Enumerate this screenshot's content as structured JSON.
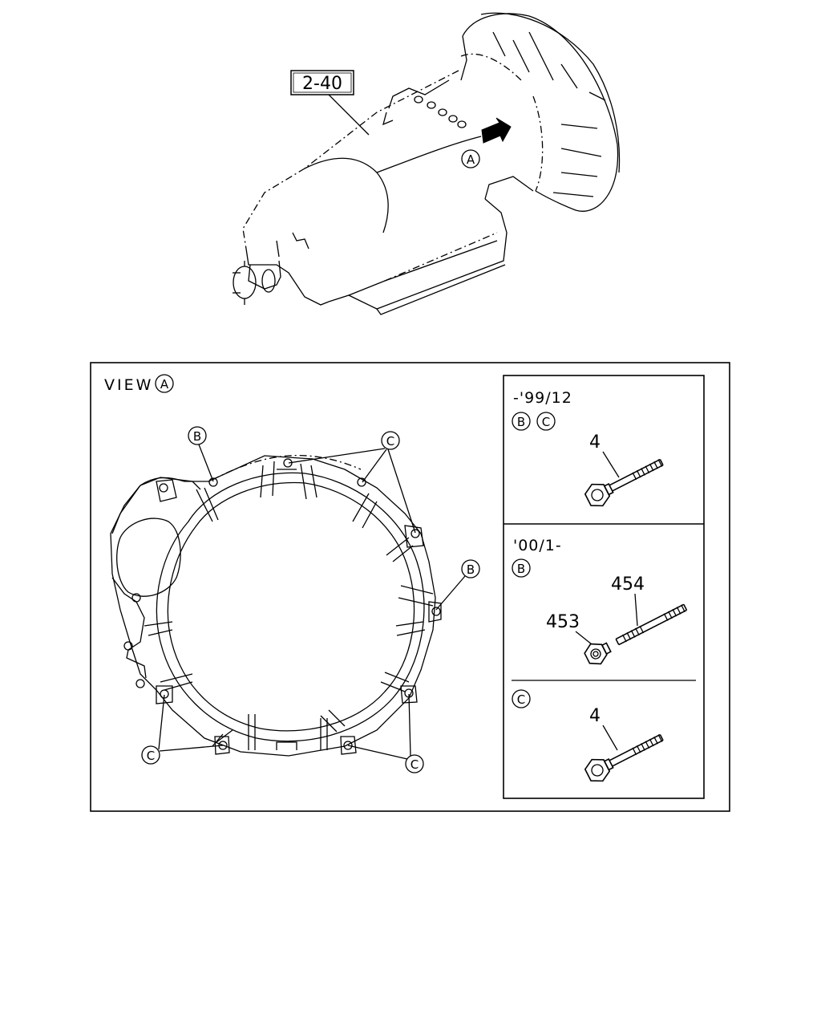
{
  "top_view": {
    "ref_label": "2-40",
    "view_marker": "A"
  },
  "view_panel": {
    "title_text": "VIEW",
    "title_marker": "A",
    "callouts": {
      "b_upper_left": "B",
      "c_top": "C",
      "b_right": "B",
      "c_bottom_left": "C",
      "c_bottom_right": "C"
    }
  },
  "parts_panel": {
    "section1": {
      "date": "-'99/12",
      "markers": [
        "B",
        "C"
      ],
      "part_no": "4"
    },
    "section2": {
      "date": "'00/1-",
      "marker": "B",
      "part_a": "454",
      "part_b": "453"
    },
    "section3": {
      "marker": "C",
      "part_no": "4"
    }
  }
}
